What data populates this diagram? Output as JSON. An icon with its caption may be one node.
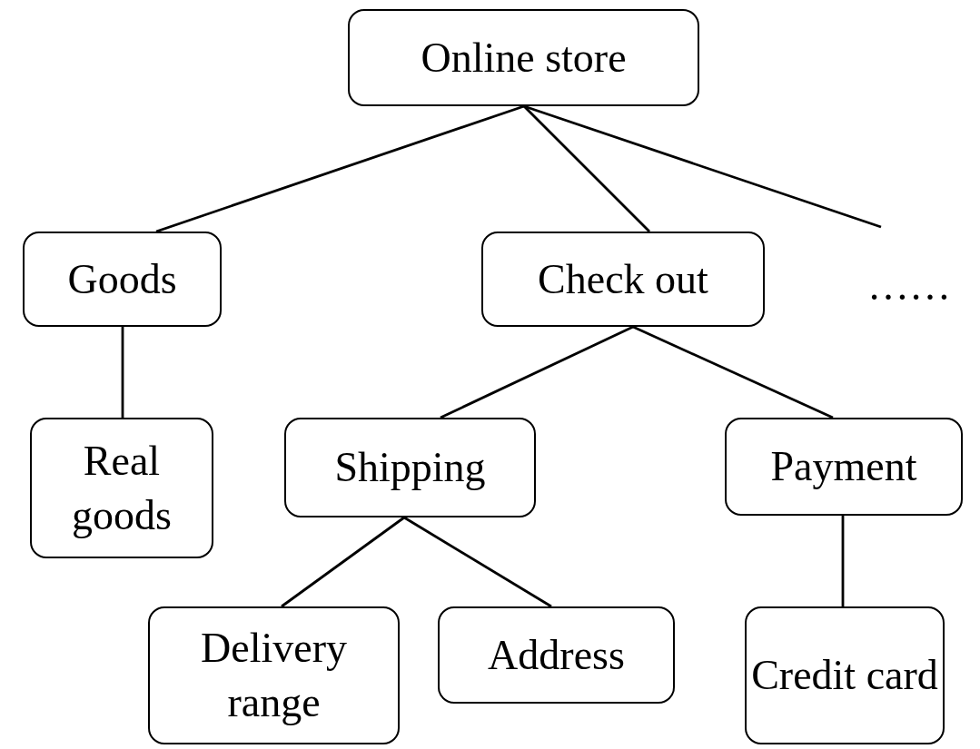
{
  "diagram": {
    "nodes": [
      {
        "text": [
          "Online store"
        ]
      },
      {
        "text": [
          "Goods"
        ]
      },
      {
        "text": [
          "Check out"
        ]
      },
      {
        "text": [
          "……"
        ]
      },
      {
        "text": [
          "Real goods"
        ]
      },
      {
        "text": [
          "Shipping"
        ]
      },
      {
        "text": [
          "Payment"
        ]
      },
      {
        "text": [
          "Delivery range"
        ]
      },
      {
        "text": [
          "Address"
        ]
      },
      {
        "text": [
          "Credit card"
        ]
      }
    ],
    "edges": [
      {
        "from": 0,
        "to": 1,
        "arrow": "none"
      },
      {
        "from": 0,
        "to": 2,
        "arrow": "none"
      },
      {
        "from": 0,
        "to": 3,
        "arrow": "none"
      },
      {
        "from": 1,
        "to": 4,
        "arrow": "none"
      },
      {
        "from": 2,
        "to": 5,
        "arrow": "none"
      },
      {
        "from": 2,
        "to": 6,
        "arrow": "none"
      },
      {
        "from": 5,
        "to": 7,
        "arrow": "none"
      },
      {
        "from": 5,
        "to": 8,
        "arrow": "none"
      },
      {
        "from": 6,
        "to": 9,
        "arrow": "none"
      }
    ]
  }
}
